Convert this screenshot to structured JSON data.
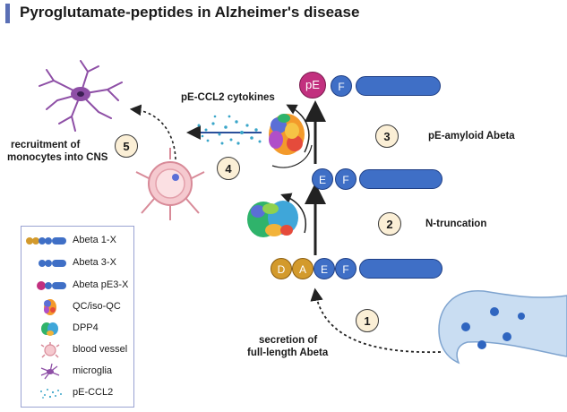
{
  "title": "Pyroglutamate-peptides in Alzheimer's disease",
  "labels": {
    "cytokines": "pE-CCL2 cytokines",
    "recruitment_line1": "recruitment of",
    "recruitment_line2": "monocytes into CNS",
    "pe_amyloid": "pE-amyloid Abeta",
    "n_truncation": "N-truncation",
    "secretion_line1": "secretion of",
    "secretion_line2": "full-length Abeta"
  },
  "steps": [
    "1",
    "2",
    "3",
    "4",
    "5"
  ],
  "residues": {
    "pE": "pE",
    "E": "E",
    "F": "F",
    "D": "D",
    "A": "A"
  },
  "legend": [
    {
      "icon": "abeta-1-x-icon",
      "label": "Abeta 1-X"
    },
    {
      "icon": "abeta-3-x-icon",
      "label": "Abeta 3-X"
    },
    {
      "icon": "abeta-pe3-x-icon",
      "label": "Abeta pE3-X"
    },
    {
      "icon": "qc-iso-qc-icon",
      "label": "QC/iso-QC"
    },
    {
      "icon": "dpp4-icon",
      "label": "DPP4"
    },
    {
      "icon": "blood-vessel-icon",
      "label": "blood vessel"
    },
    {
      "icon": "microglia-icon",
      "label": "microglia"
    },
    {
      "icon": "pe-ccl2-icon",
      "label": "pE-CCL2"
    }
  ],
  "colors": {
    "accent_bar": "#5a6fb5",
    "peptide_blue": "#3f6fc6",
    "pyroglutamate_magenta": "#c2307f",
    "aspartate_gold": "#d39a2c",
    "step_circle": "#fbefd6",
    "microglia_purple": "#8e4fa6",
    "cytokine_teal": "#3aa6c9",
    "neuron_blue": "#c9ddf2"
  }
}
